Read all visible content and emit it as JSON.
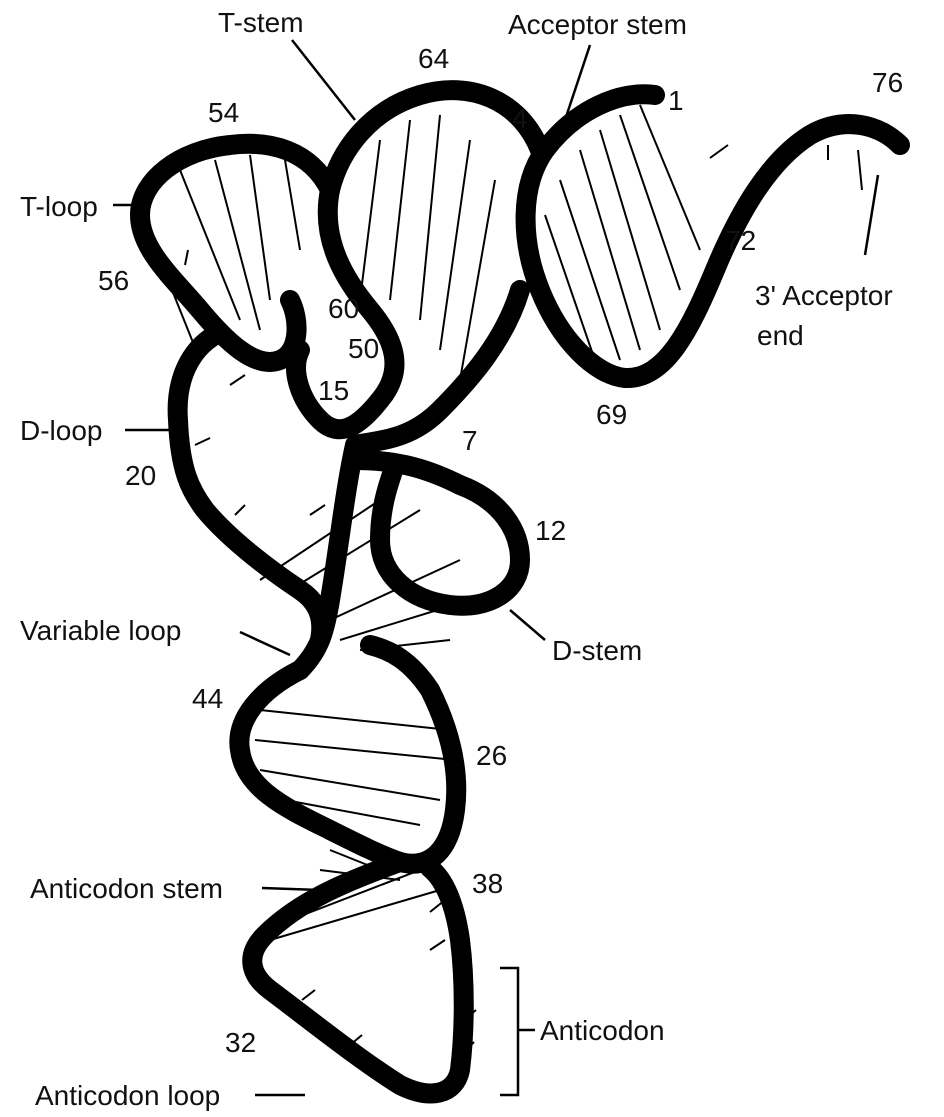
{
  "labels": {
    "t_stem": "T-stem",
    "acceptor_stem": "Acceptor stem",
    "t_loop": "T-loop",
    "acceptor_end": "3' Acceptor",
    "acceptor_end_2": "end",
    "d_loop": "D-loop",
    "variable_loop": "Variable loop",
    "d_stem": "D-stem",
    "anticodon_stem": "Anticodon stem",
    "anticodon": "Anticodon",
    "anticodon_loop": "Anticodon loop"
  },
  "numbers": {
    "n1": "1",
    "n4": "4",
    "n7": "7",
    "n12": "12",
    "n15": "15",
    "n20": "20",
    "n26": "26",
    "n32": "32",
    "n38": "38",
    "n44": "44",
    "n50": "50",
    "n54": "54",
    "n56": "56",
    "n60": "60",
    "n64": "64",
    "n69": "69",
    "n72": "72",
    "n76": "76"
  },
  "colors": {
    "strand": "#000000",
    "text": "#111111",
    "background": "#ffffff"
  }
}
